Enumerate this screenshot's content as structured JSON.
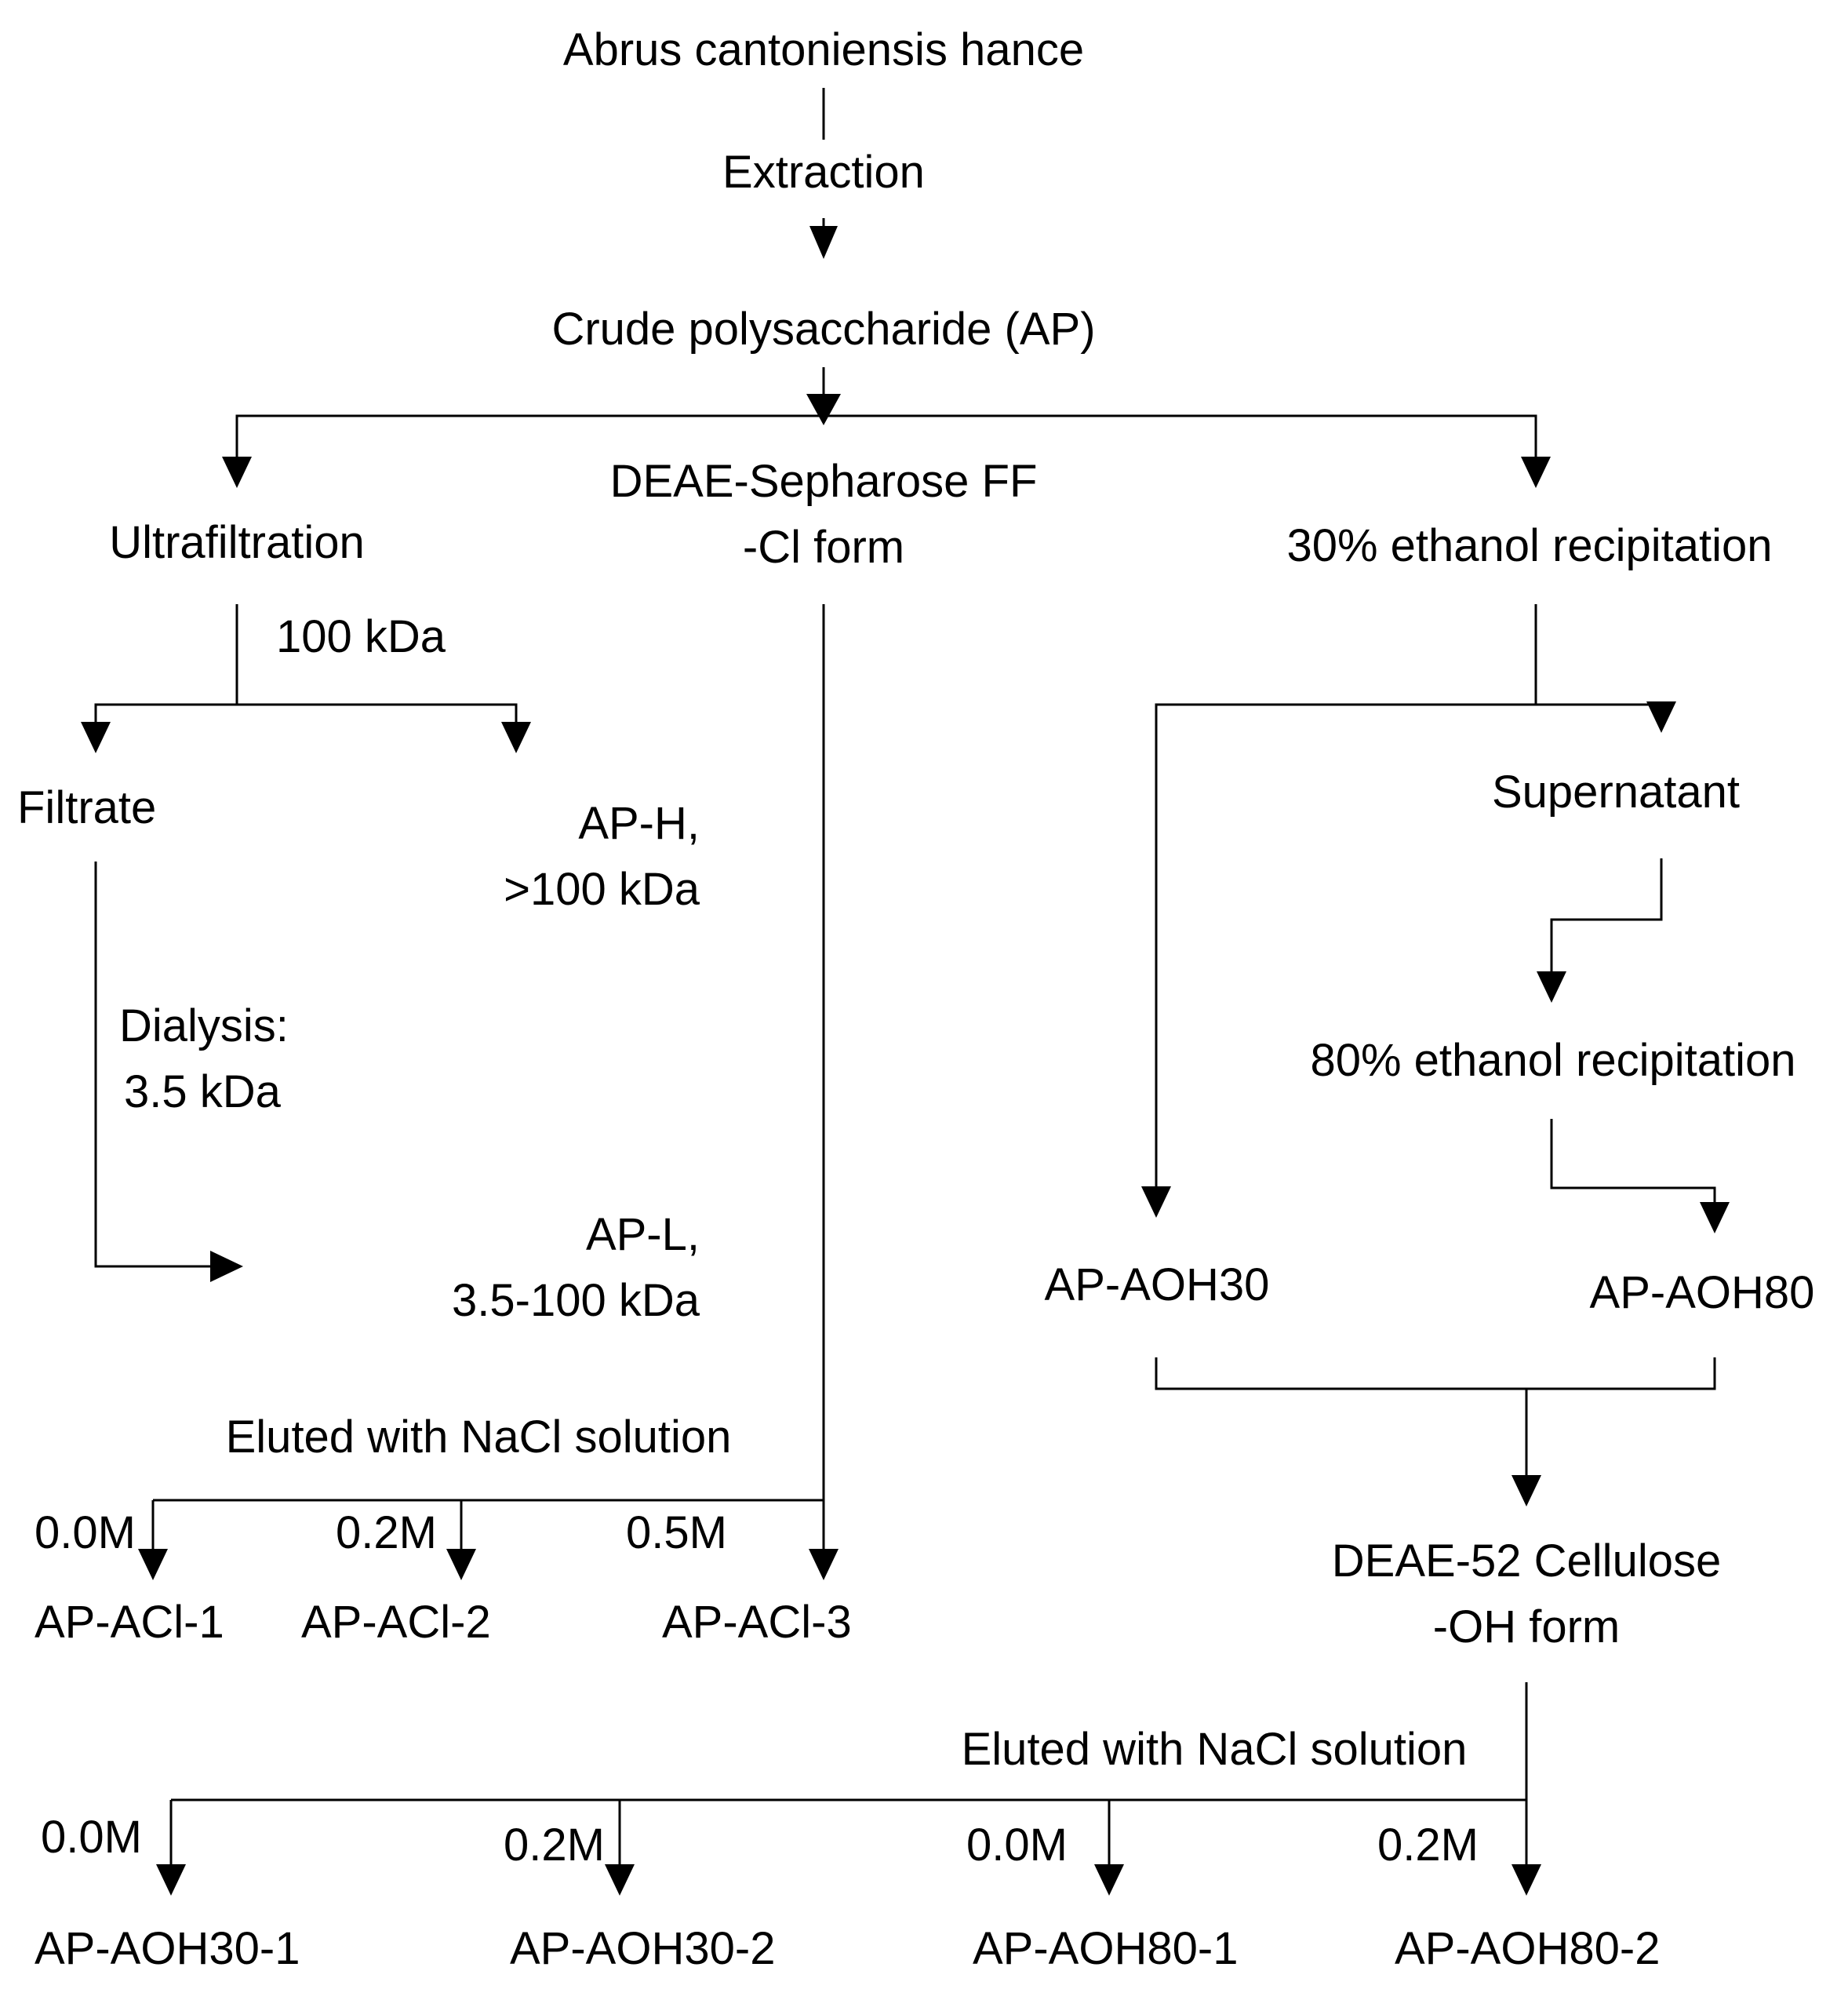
{
  "colors": {
    "line": "#000000",
    "text": "#000000",
    "background": "#ffffff"
  },
  "nodes": {
    "source": "Abrus cantoniensis hance",
    "extraction": "Extraction",
    "crude": "Crude polysaccharide (AP)",
    "ultrafiltration": "Ultrafiltration",
    "deae_ff_line1": "DEAE-Sepharose FF",
    "deae_ff_line2": "-Cl form",
    "ethanol30": "30% ethanol recipitation",
    "cutoff_100": "100 kDa",
    "filtrate": "Filtrate",
    "ap_h_line1": "AP-H,",
    "ap_h_line2": ">100 kDa",
    "dialysis_line1": "Dialysis:",
    "dialysis_line2": "3.5 kDa",
    "ap_l_line1": "AP-L,",
    "ap_l_line2": "3.5-100 kDa",
    "supernatant": "Supernatant",
    "ethanol80": "80% ethanol recipitation",
    "ap_aoh30": "AP-AOH30",
    "ap_aoh80": "AP-AOH80",
    "eluted_cl": "Eluted with NaCl solution",
    "cl_m1": "0.0M",
    "cl_m2": "0.2M",
    "cl_m3": "0.5M",
    "ap_acl_1": "AP-ACl-1",
    "ap_acl_2": "AP-ACl-2",
    "ap_acl_3": "AP-ACl-3",
    "deae52_line1": "DEAE-52 Cellulose",
    "deae52_line2": "-OH form",
    "eluted_oh": "Eluted with NaCl solution",
    "oh_m1": "0.0M",
    "oh_m2": "0.2M",
    "oh_m3": "0.0M",
    "oh_m4": "0.2M",
    "ap_aoh30_1": "AP-AOH30-1",
    "ap_aoh30_2": "AP-AOH30-2",
    "ap_aoh80_1": "AP-AOH80-1",
    "ap_aoh80_2": "AP-AOH80-2"
  }
}
